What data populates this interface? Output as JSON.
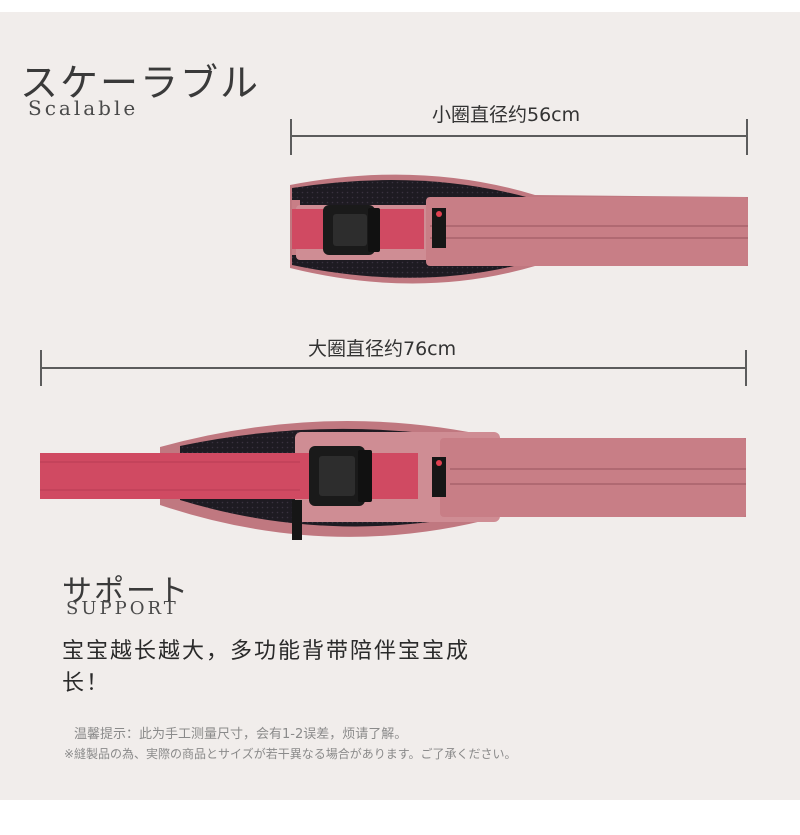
{
  "header": {
    "title_jp": "スケーラブル",
    "title_en": "Scalable"
  },
  "small_belt": {
    "dimension_label": "小圈直径约56cm"
  },
  "large_belt": {
    "dimension_label": "大圈直径约76cm"
  },
  "support": {
    "title_jp": "サポート",
    "title_en": "SUPPORT",
    "description": "宝宝越长越大，多功能背带陪伴宝宝成长！"
  },
  "notes": {
    "note_cn": "温馨提示：此为手工测量尺寸，会有1-2误差，烦请了解。",
    "note_jp": "※縫製品の為、実際の商品とサイズが若干異なる場合があります。ご了承ください。"
  },
  "colors": {
    "belt_pink": "#c87e86",
    "belt_pink_light": "#d59aa0",
    "strap_red": "#d04a62",
    "mesh_dark": "#1e1b22",
    "background": "#f1edeb"
  }
}
